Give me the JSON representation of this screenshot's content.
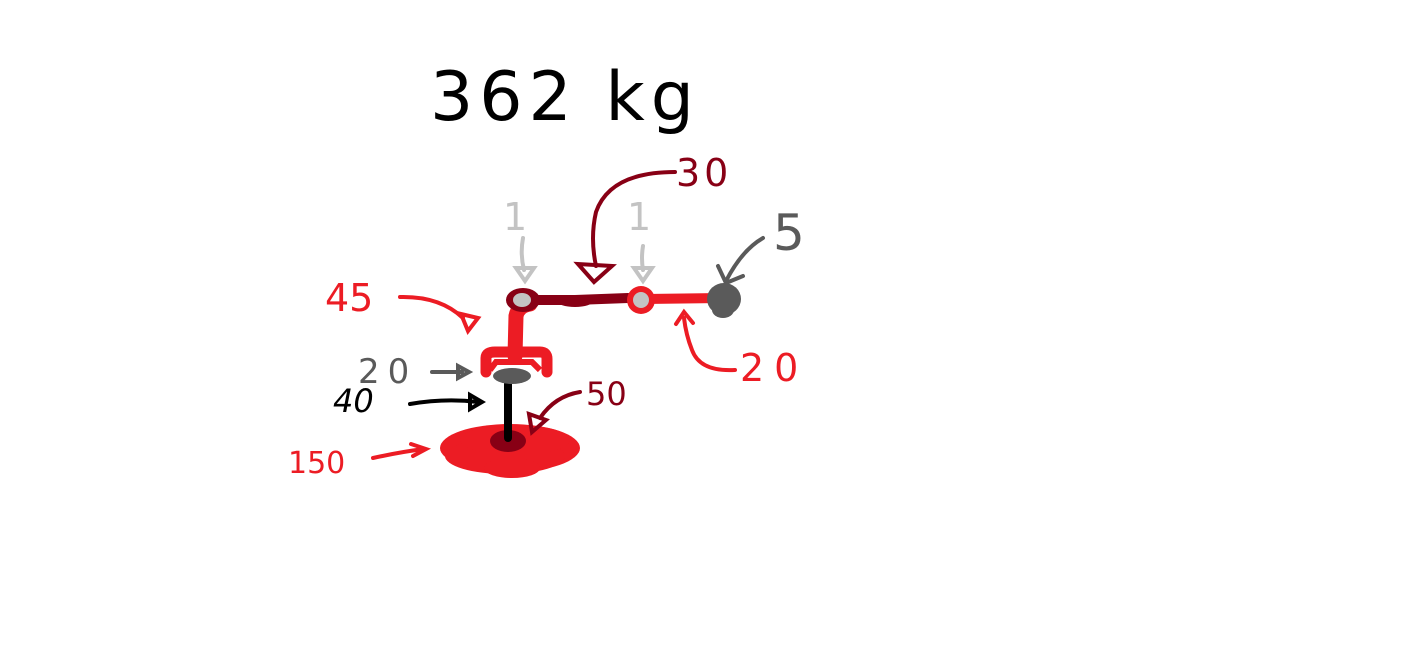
{
  "diagram": {
    "total_mass": "362 kg",
    "colors": {
      "bright_red": "#ec1c24",
      "dark_red": "#880015",
      "dark_gray": "#5a5a5a",
      "light_gray": "#c3c3c3",
      "black": "#000000"
    },
    "labels": {
      "base": "150",
      "post": "40",
      "turntable": "20",
      "shoulder": "45",
      "upper_arm": "30",
      "forearm": "20",
      "end_effector": "5",
      "base_joint": "50",
      "joint_left": "1",
      "joint_right": "1"
    }
  }
}
